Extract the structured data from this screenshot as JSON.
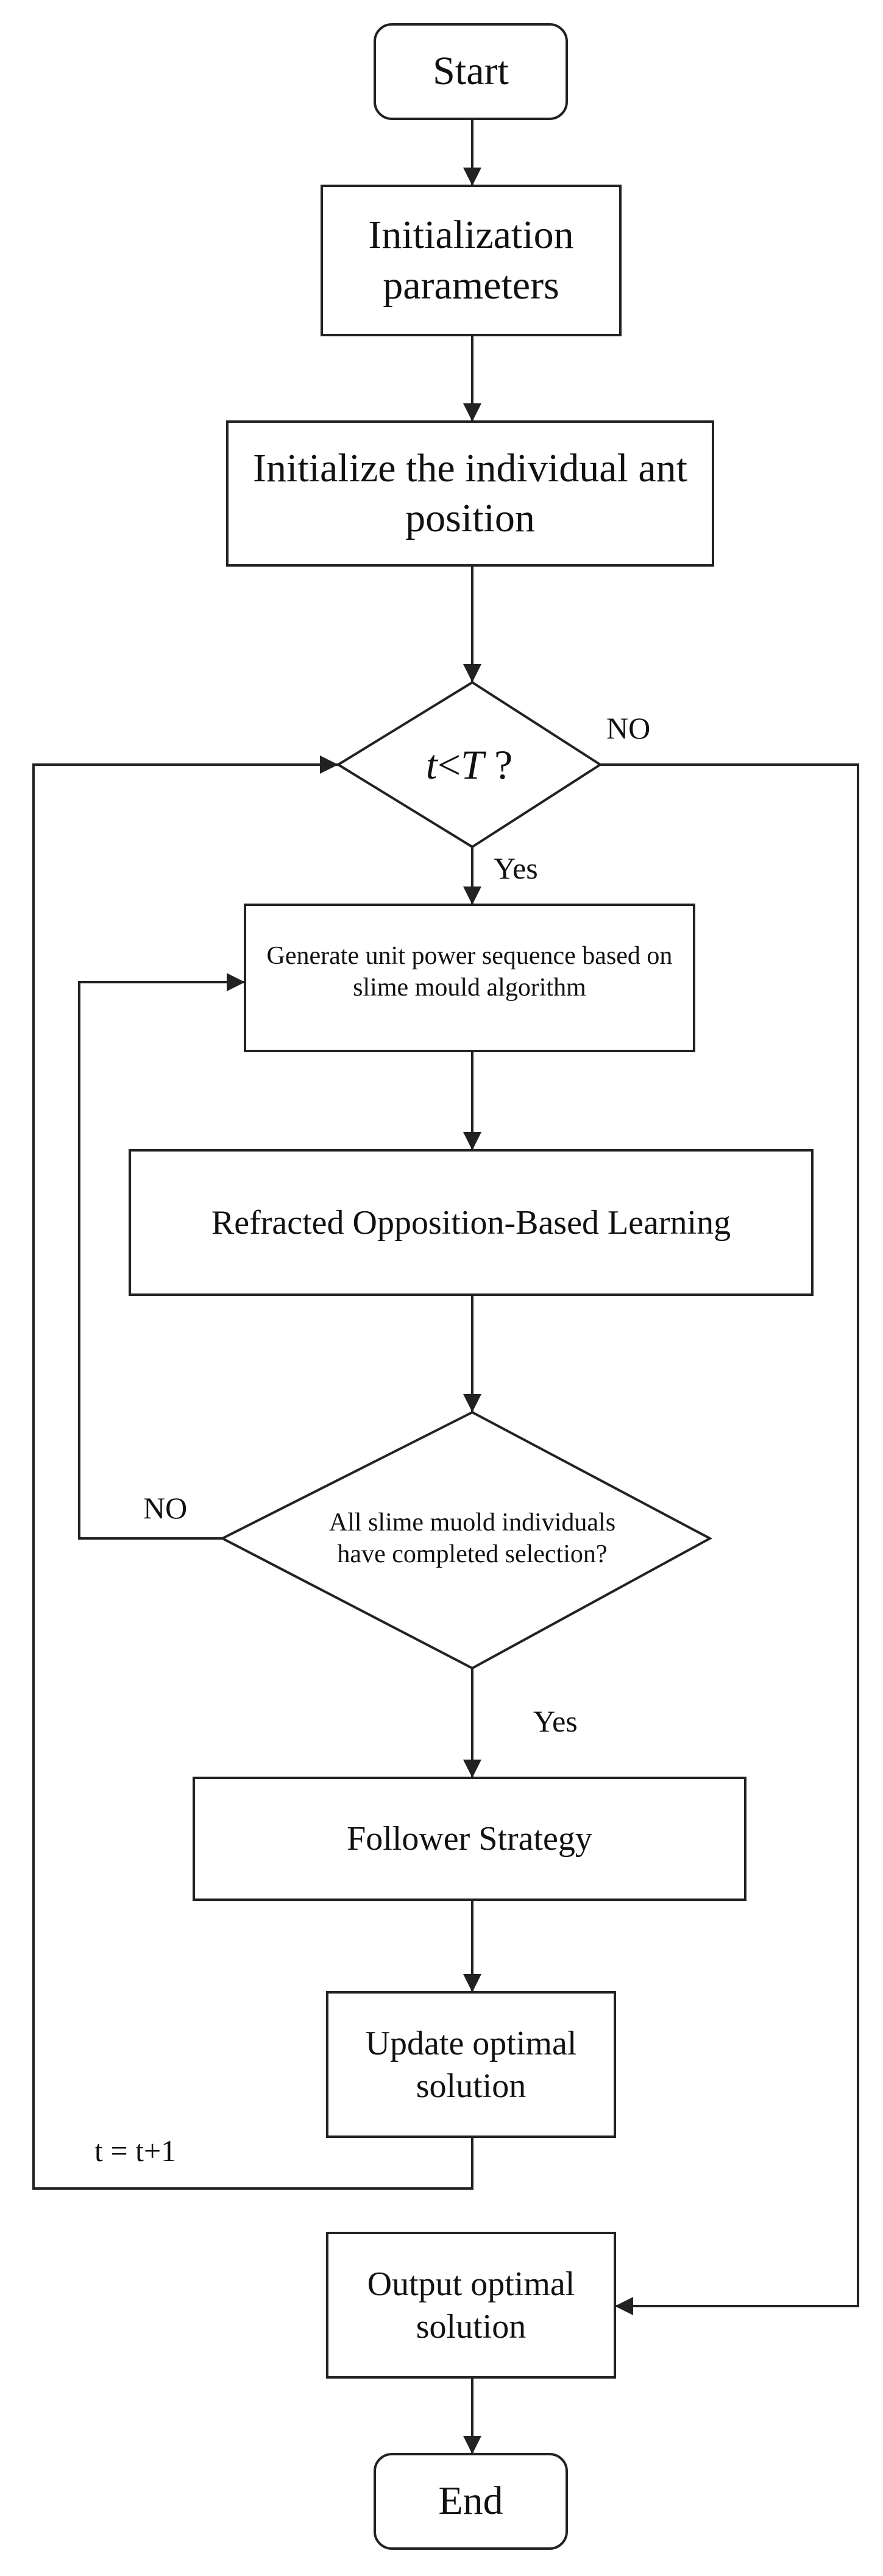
{
  "nodes": {
    "start": "Start",
    "init_params": "Initialization parameters",
    "init_position": "Initialize the individual ant position",
    "loop_condition": {
      "var_t": "t",
      "operator": "<",
      "var_T": "T",
      "suffix": " ?"
    },
    "generate_sequence": "Generate unit power sequence based on slime mould algorithm",
    "refracted_obl": "Refracted Opposition-Based Learning",
    "selection_check": "All slime muold individuals have completed  selection?",
    "follower_strategy": "Follower Strategy",
    "update_optimal": "Update optimal solution",
    "output_optimal": "Output optimal solution",
    "end": "End"
  },
  "edges": {
    "loop_no": "NO",
    "loop_yes": "Yes",
    "selection_no": "NO",
    "selection_yes": "Yes",
    "increment": "t = t+1"
  },
  "colors": {
    "stroke": "#222222",
    "fill": "#ffffff",
    "text": "#111111"
  }
}
